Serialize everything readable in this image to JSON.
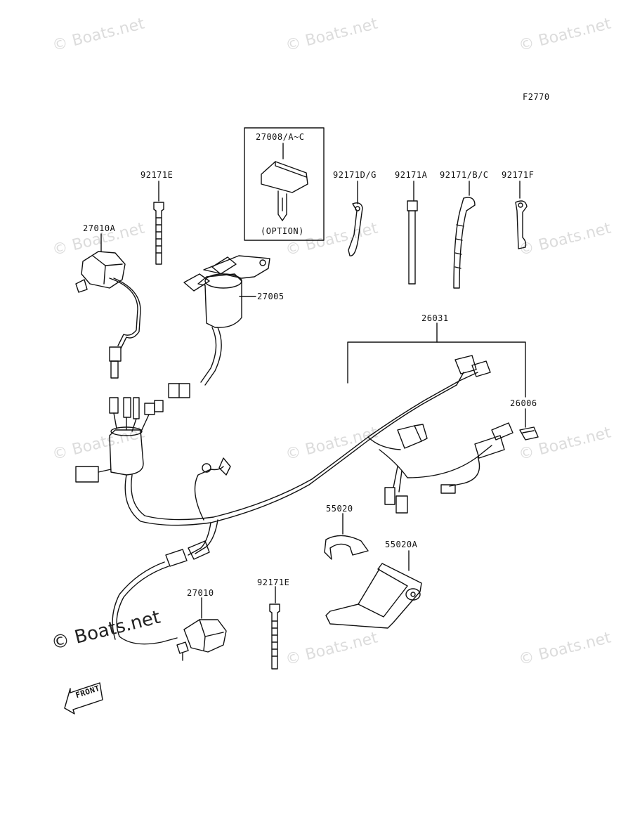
{
  "figure_code": "F2770",
  "watermark_text": "© Boats.net",
  "brand_text": "© Boats.net",
  "option_box": {
    "part": "27008/A~C",
    "note": "(OPTION)"
  },
  "front_marker": "FRONT",
  "parts": {
    "p92171E_top": "92171E",
    "p27010A": "27010A",
    "p27005": "27005",
    "p92171DG": "92171D/G",
    "p92171A": "92171A",
    "p92171BC": "92171/B/C",
    "p92171F": "92171F",
    "p26031": "26031",
    "p26006": "26006",
    "p55020": "55020",
    "p55020A": "55020A",
    "p27010": "27010",
    "p92171E_bottom": "92171E"
  },
  "colors": {
    "line": "#111111",
    "watermark": "#dcdcdc"
  }
}
